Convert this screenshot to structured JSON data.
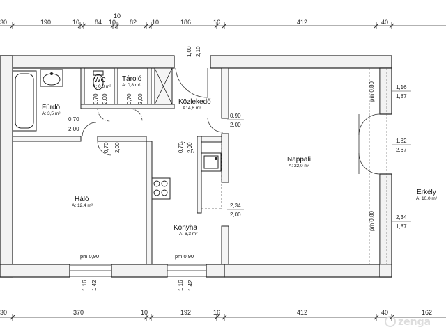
{
  "top_dimensions": [
    "30",
    "190",
    "10",
    "84",
    "10",
    "82",
    "10",
    "186",
    "16",
    "412",
    "40"
  ],
  "top_marker": "10",
  "bottom_dimensions": [
    "30",
    "370",
    "10",
    "192",
    "16",
    "412",
    "40",
    "162"
  ],
  "door_heights": {
    "width": "1,00",
    "height": "2,10"
  },
  "rooms": [
    {
      "name": "Fürdő",
      "area": "A: 3,5 m²"
    },
    {
      "name": "WC",
      "area": "A: 0,8 m²"
    },
    {
      "name": "Tároló",
      "area": "A: 0,8 m²"
    },
    {
      "name": "Közlekedő",
      "area": "A: 4,8 m²"
    },
    {
      "name": "Nappali",
      "area": "A: 22,0 m²"
    },
    {
      "name": "Erkély",
      "area": "A: 10,0 m²"
    },
    {
      "name": "Háló",
      "area": "A: 12,4 m²"
    },
    {
      "name": "Konyha",
      "area": "A: 6,3 m²"
    }
  ],
  "openings": {
    "bath_door": {
      "w": "0,70",
      "h": "2,00"
    },
    "wc_door": {
      "w": "0,70",
      "h": "2,00"
    },
    "storage_door": {
      "w": "0,70",
      "h": "2,00"
    },
    "bedroom_door": {
      "w": "0,70",
      "h": "2,00"
    },
    "kitchen_door": {
      "w": "0,70",
      "h": "2,00"
    },
    "living_door": {
      "w": "0,90",
      "h": "2,00"
    },
    "kitchen_opening": {
      "w": "2,34",
      "h": "2,00"
    },
    "window_right_top": {
      "sill": "pm 0,80",
      "w": "1,16",
      "h": "1,87"
    },
    "balcony_door": {
      "w": "1,82",
      "h": "2,67"
    },
    "window_right_bottom": {
      "sill": "pm 0,80",
      "w": "2,34",
      "h": "1,87"
    },
    "window_bedroom": {
      "sill": "pm 0,90",
      "w": "1,16",
      "h": "1,42"
    },
    "window_kitchen": {
      "sill": "pm 0,90",
      "w": "1,16",
      "h": "1,42"
    }
  },
  "watermark": "zenga"
}
